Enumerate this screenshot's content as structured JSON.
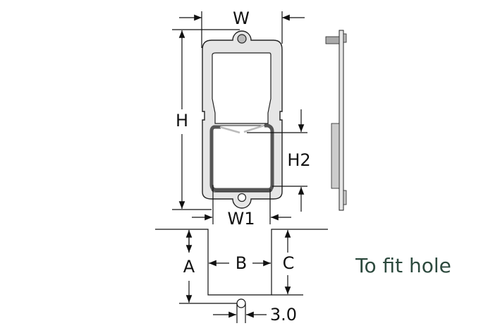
{
  "labels": {
    "w": "W",
    "h": "H",
    "h2": "H2",
    "w1": "W1",
    "a": "A",
    "b": "B",
    "c": "C",
    "hole_dia": "3.0"
  },
  "note": "To fit hole",
  "colors": {
    "note": "#2d4a3e",
    "plate": "#e6e6e6",
    "wire": "#555555"
  }
}
